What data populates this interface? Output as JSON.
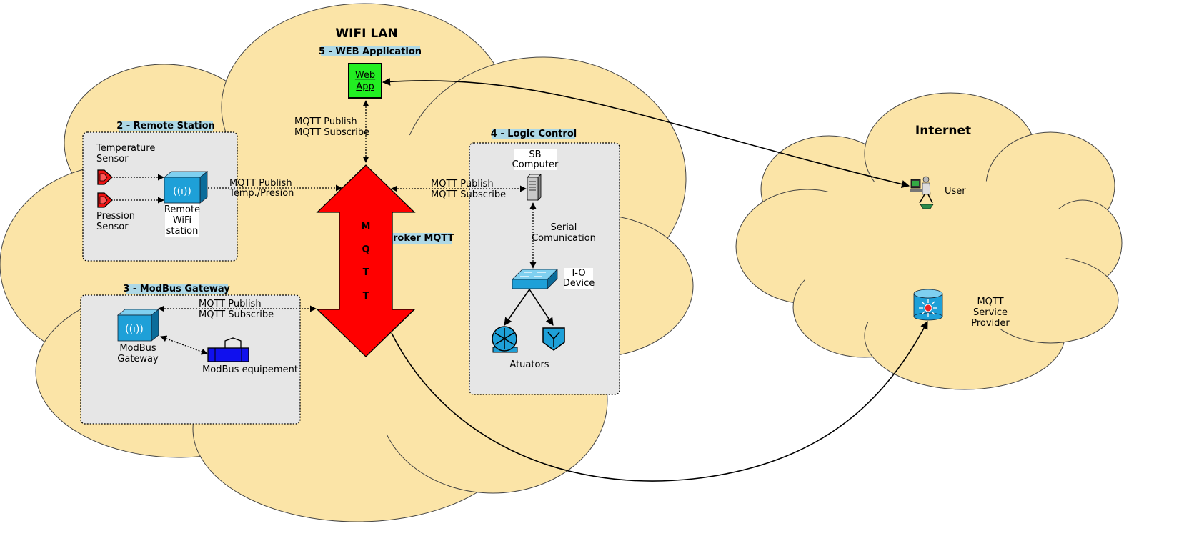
{
  "wifi_lan": {
    "title": "WIFI LAN"
  },
  "internet": {
    "title": "Internet"
  },
  "web_app": {
    "section_title": "5 - WEB Application",
    "icon_line1": "Web",
    "icon_line2": "App",
    "link_line1": "MQTT Publish",
    "link_line2": "MQTT Subscribe"
  },
  "remote_station": {
    "section_title": "2 - Remote Station",
    "temp_sensor_line1": "Temperature",
    "temp_sensor_line2": "Sensor",
    "pression_sensor_line1": "Pression",
    "pression_sensor_line2": "Sensor",
    "station_line1": "Remote",
    "station_line2": "WiFi",
    "station_line3": "station",
    "link_line1": "MQTT Publish",
    "link_line2": "Temp./Presion"
  },
  "broker": {
    "section_title": "1 - Broker MQTT",
    "letters": [
      "M",
      "Q",
      "T",
      "T"
    ]
  },
  "logic_control": {
    "section_title": "4 - Logic Control",
    "computer_line1": "SB",
    "computer_line2": "Computer",
    "link_line1": "MQTT Publish",
    "link_line2": "MQTT Subscribe",
    "serial_line1": "Serial",
    "serial_line2": "Comunication",
    "io_line1": "I-O",
    "io_line2": "Device",
    "actuators_label": "Atuators"
  },
  "modbus": {
    "section_title": "3 - ModBus Gateway",
    "link_line1": "MQTT Publish",
    "link_line2": "MQTT Subscribe",
    "gateway_line1": "ModBus",
    "gateway_line2": "Gateway",
    "equipment_label": "ModBus equipement"
  },
  "user": {
    "label": "User"
  },
  "provider": {
    "line1": "MQTT",
    "line2": "Service",
    "line3": "Provider"
  },
  "colors": {
    "cloud": "#fbe4a7",
    "box": "#e6e6e6",
    "broker": "#ff0000",
    "webapp": "#22ee22",
    "title_bg": "#add8e6",
    "icon_blue": "#1ea0d8",
    "modbus_equipment": "#1010ee"
  }
}
